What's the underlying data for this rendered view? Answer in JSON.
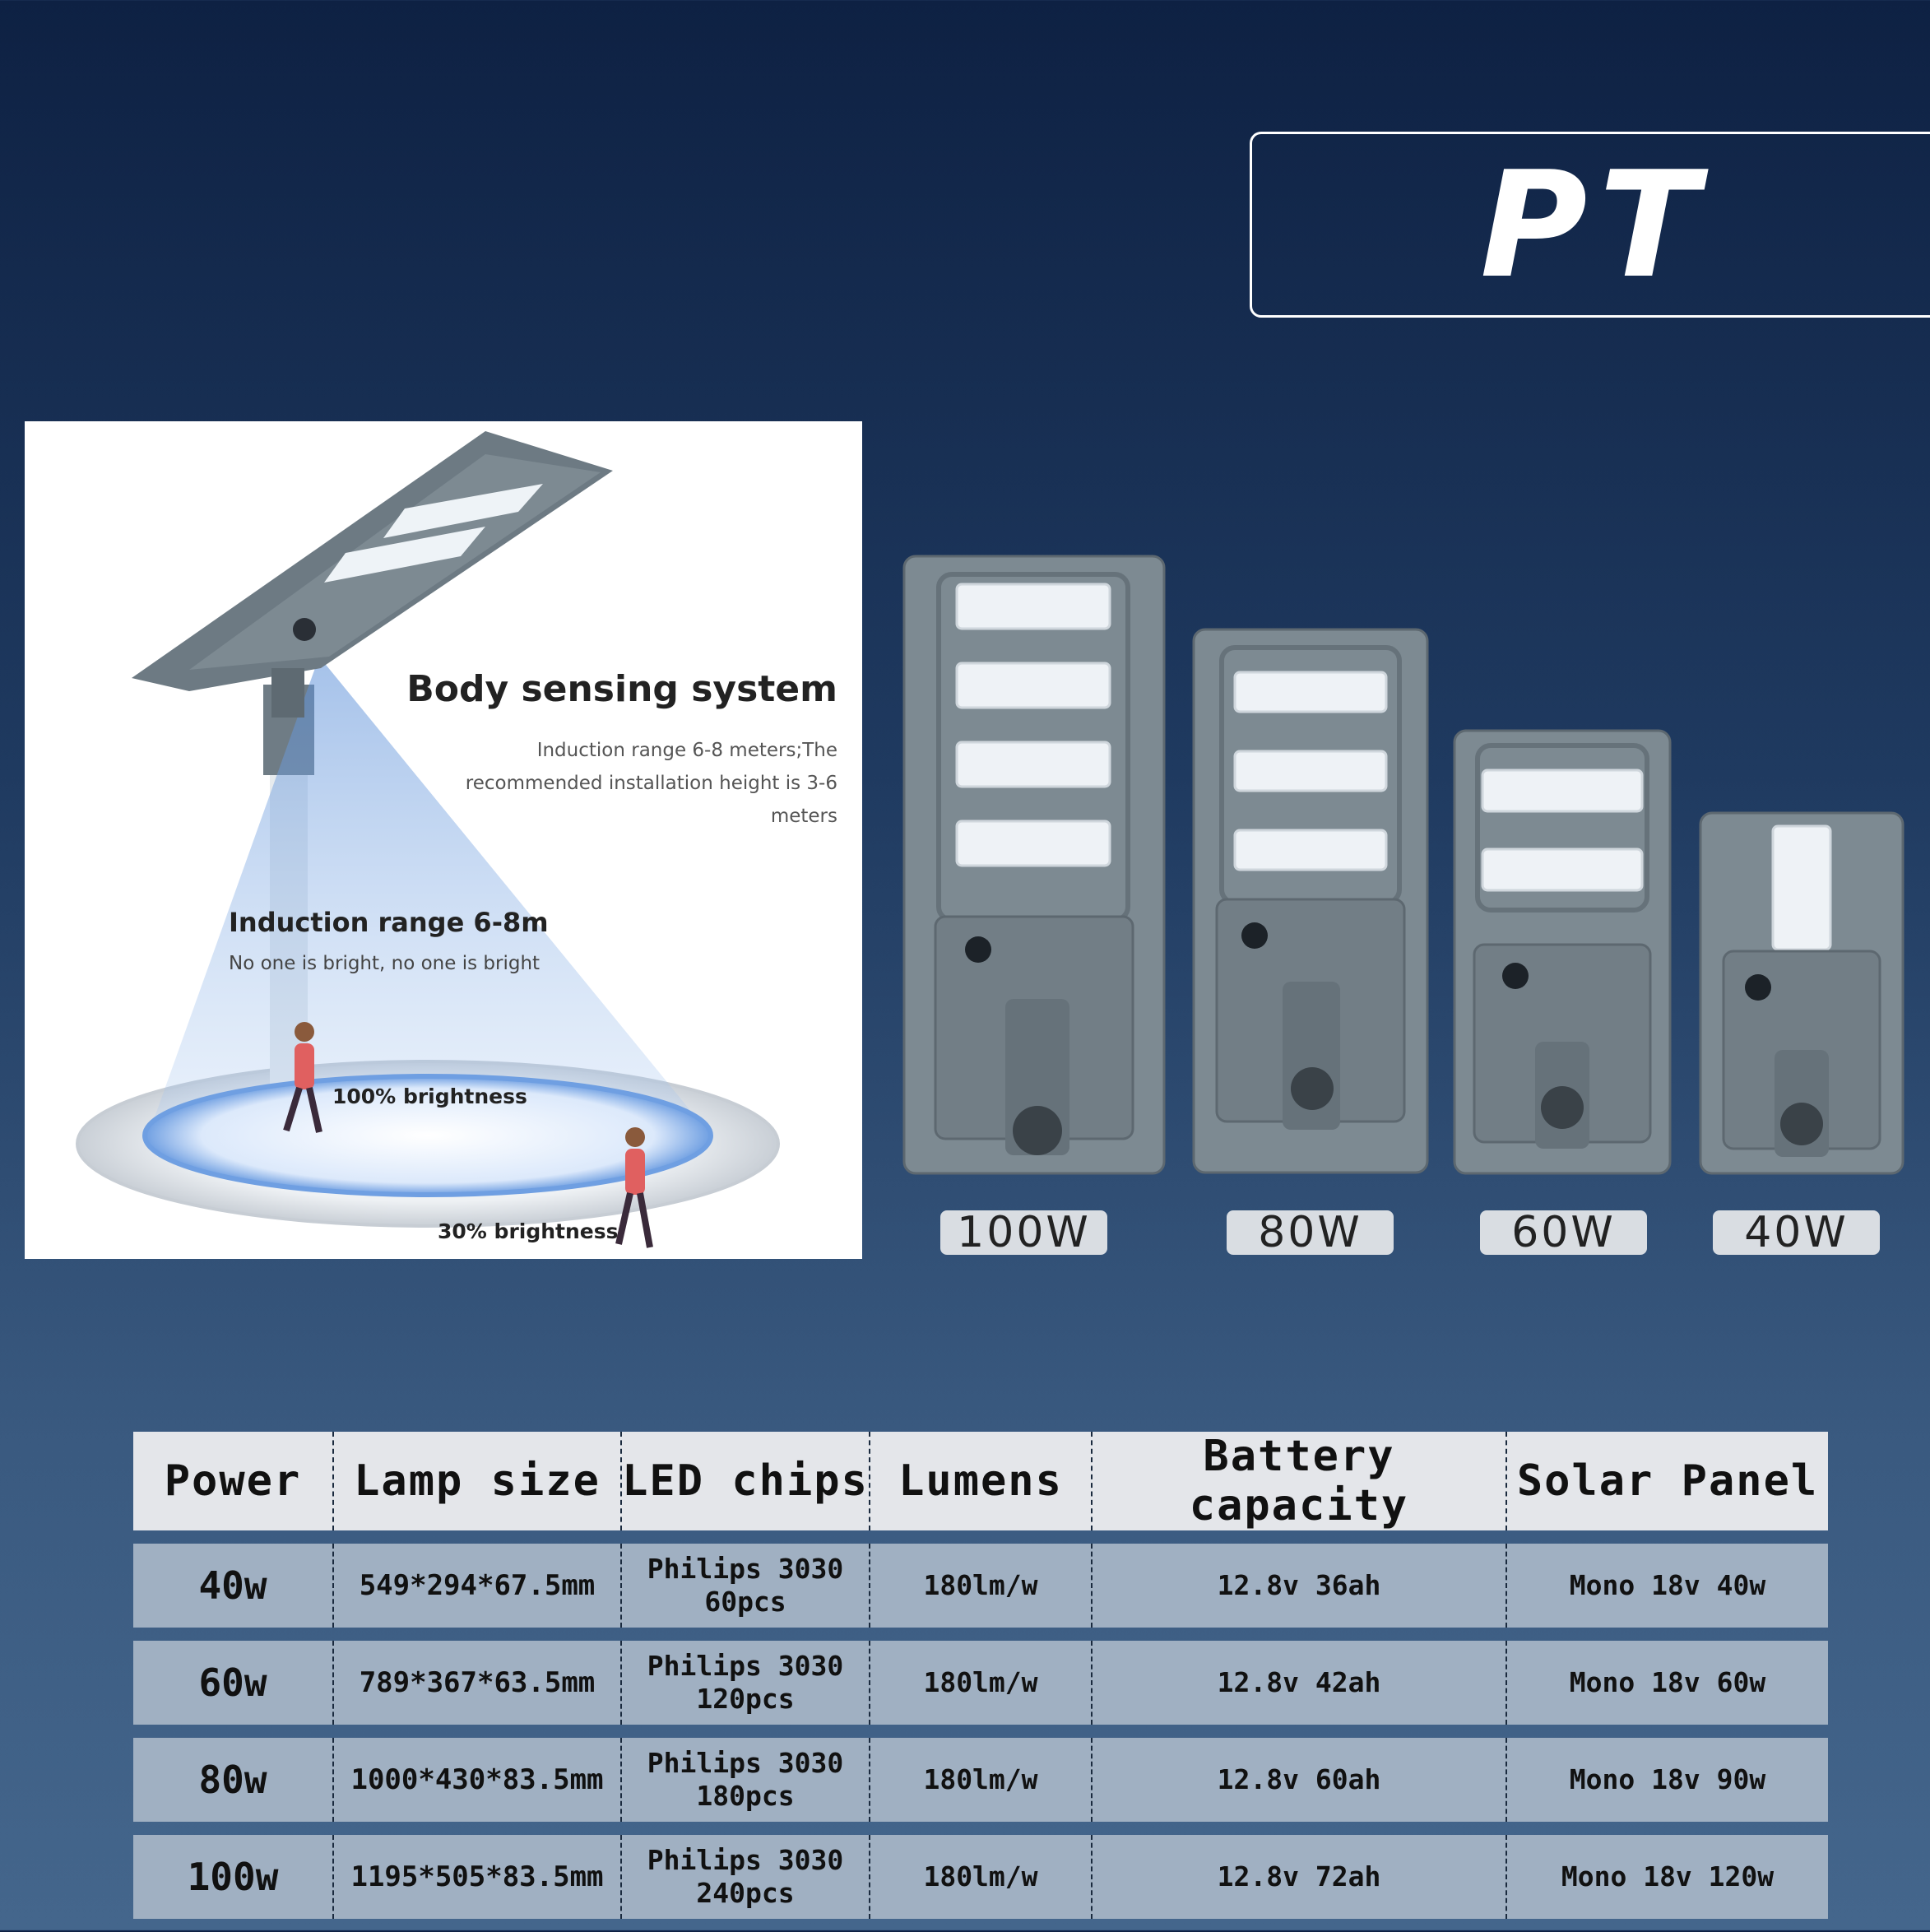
{
  "brand": {
    "text": "PT"
  },
  "sensor_panel": {
    "title": "Body sensing system",
    "description": "Induction range 6-8 meters;The recommended installation height is 3-6 meters",
    "range_title": "Induction range 6-8m",
    "range_description": "No one is bright, no one is bright",
    "brightness_full": "100% brightness",
    "brightness_low": "30% brightness"
  },
  "lamps": [
    {
      "label": "100W",
      "led_modules": 4
    },
    {
      "label": "80W",
      "led_modules": 3
    },
    {
      "label": "60W",
      "led_modules": 2
    },
    {
      "label": "40W",
      "led_modules": 1
    }
  ],
  "colors": {
    "lamp_body": "#7d8a92",
    "label_bg": "#d9dde2",
    "header_bg": "#e4e6ea",
    "row_bg": "#a0b0c2"
  },
  "table": {
    "headers": [
      "Power",
      "Lamp size",
      "LED chips",
      "Lumens",
      "Battery capacity",
      "Solar Panel"
    ],
    "rows": [
      [
        "40w",
        "549*294*67.5mm",
        "Philips 3030\n60pcs",
        "180lm/w",
        "12.8v 36ah",
        "Mono 18v 40w"
      ],
      [
        "60w",
        "789*367*63.5mm",
        "Philips 3030\n120pcs",
        "180lm/w",
        "12.8v 42ah",
        "Mono 18v 60w"
      ],
      [
        "80w",
        "1000*430*83.5mm",
        "Philips 3030\n180pcs",
        "180lm/w",
        "12.8v 60ah",
        "Mono 18v 90w"
      ],
      [
        "100w",
        "1195*505*83.5mm",
        "Philips 3030\n240pcs",
        "180lm/w",
        "12.8v 72ah",
        "Mono 18v 120w"
      ]
    ]
  }
}
